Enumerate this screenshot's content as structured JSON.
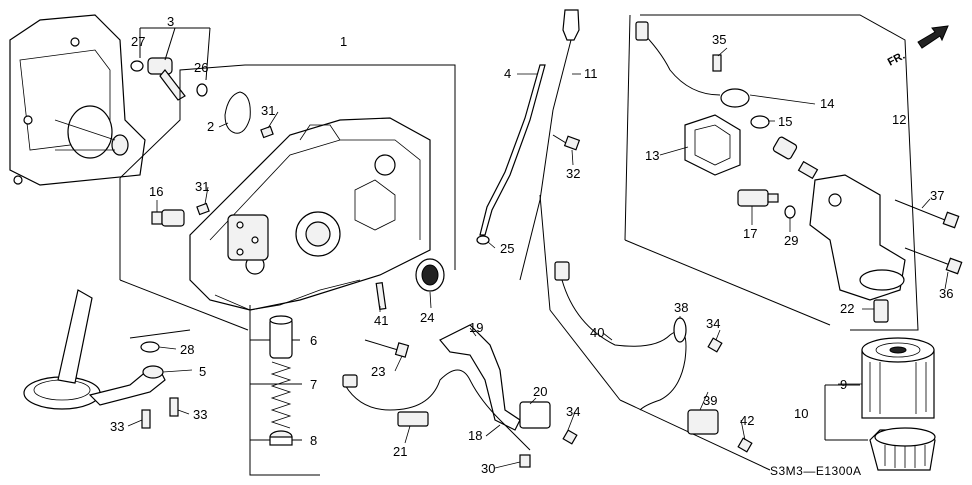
{
  "diagram": {
    "code": "S3M3—E1300A",
    "direction_label": "FR.",
    "callouts": [
      {
        "id": "c1",
        "text": "1"
      },
      {
        "id": "c2",
        "text": "2"
      },
      {
        "id": "c3",
        "text": "3"
      },
      {
        "id": "c4",
        "text": "4"
      },
      {
        "id": "c5",
        "text": "5"
      },
      {
        "id": "c6",
        "text": "6"
      },
      {
        "id": "c7",
        "text": "7"
      },
      {
        "id": "c8",
        "text": "8"
      },
      {
        "id": "c9",
        "text": "9"
      },
      {
        "id": "c10",
        "text": "10"
      },
      {
        "id": "c11",
        "text": "11"
      },
      {
        "id": "c12",
        "text": "12"
      },
      {
        "id": "c13",
        "text": "13"
      },
      {
        "id": "c14",
        "text": "14"
      },
      {
        "id": "c15",
        "text": "15"
      },
      {
        "id": "c16",
        "text": "16"
      },
      {
        "id": "c17",
        "text": "17"
      },
      {
        "id": "c18",
        "text": "18"
      },
      {
        "id": "c19",
        "text": "19"
      },
      {
        "id": "c20",
        "text": "20"
      },
      {
        "id": "c21",
        "text": "21"
      },
      {
        "id": "c22",
        "text": "22"
      },
      {
        "id": "c23",
        "text": "23"
      },
      {
        "id": "c24",
        "text": "24"
      },
      {
        "id": "c25",
        "text": "25"
      },
      {
        "id": "c26",
        "text": "26"
      },
      {
        "id": "c27",
        "text": "27"
      },
      {
        "id": "c28",
        "text": "28"
      },
      {
        "id": "c29",
        "text": "29"
      },
      {
        "id": "c30",
        "text": "30"
      },
      {
        "id": "c31a",
        "text": "31"
      },
      {
        "id": "c31b",
        "text": "31"
      },
      {
        "id": "c32",
        "text": "32"
      },
      {
        "id": "c33a",
        "text": "33"
      },
      {
        "id": "c33b",
        "text": "33"
      },
      {
        "id": "c34a",
        "text": "34"
      },
      {
        "id": "c34b",
        "text": "34"
      },
      {
        "id": "c35",
        "text": "35"
      },
      {
        "id": "c36",
        "text": "36"
      },
      {
        "id": "c37",
        "text": "37"
      },
      {
        "id": "c38",
        "text": "38"
      },
      {
        "id": "c39",
        "text": "39"
      },
      {
        "id": "c40",
        "text": "40"
      },
      {
        "id": "c41",
        "text": "41"
      },
      {
        "id": "c42",
        "text": "42"
      }
    ]
  }
}
